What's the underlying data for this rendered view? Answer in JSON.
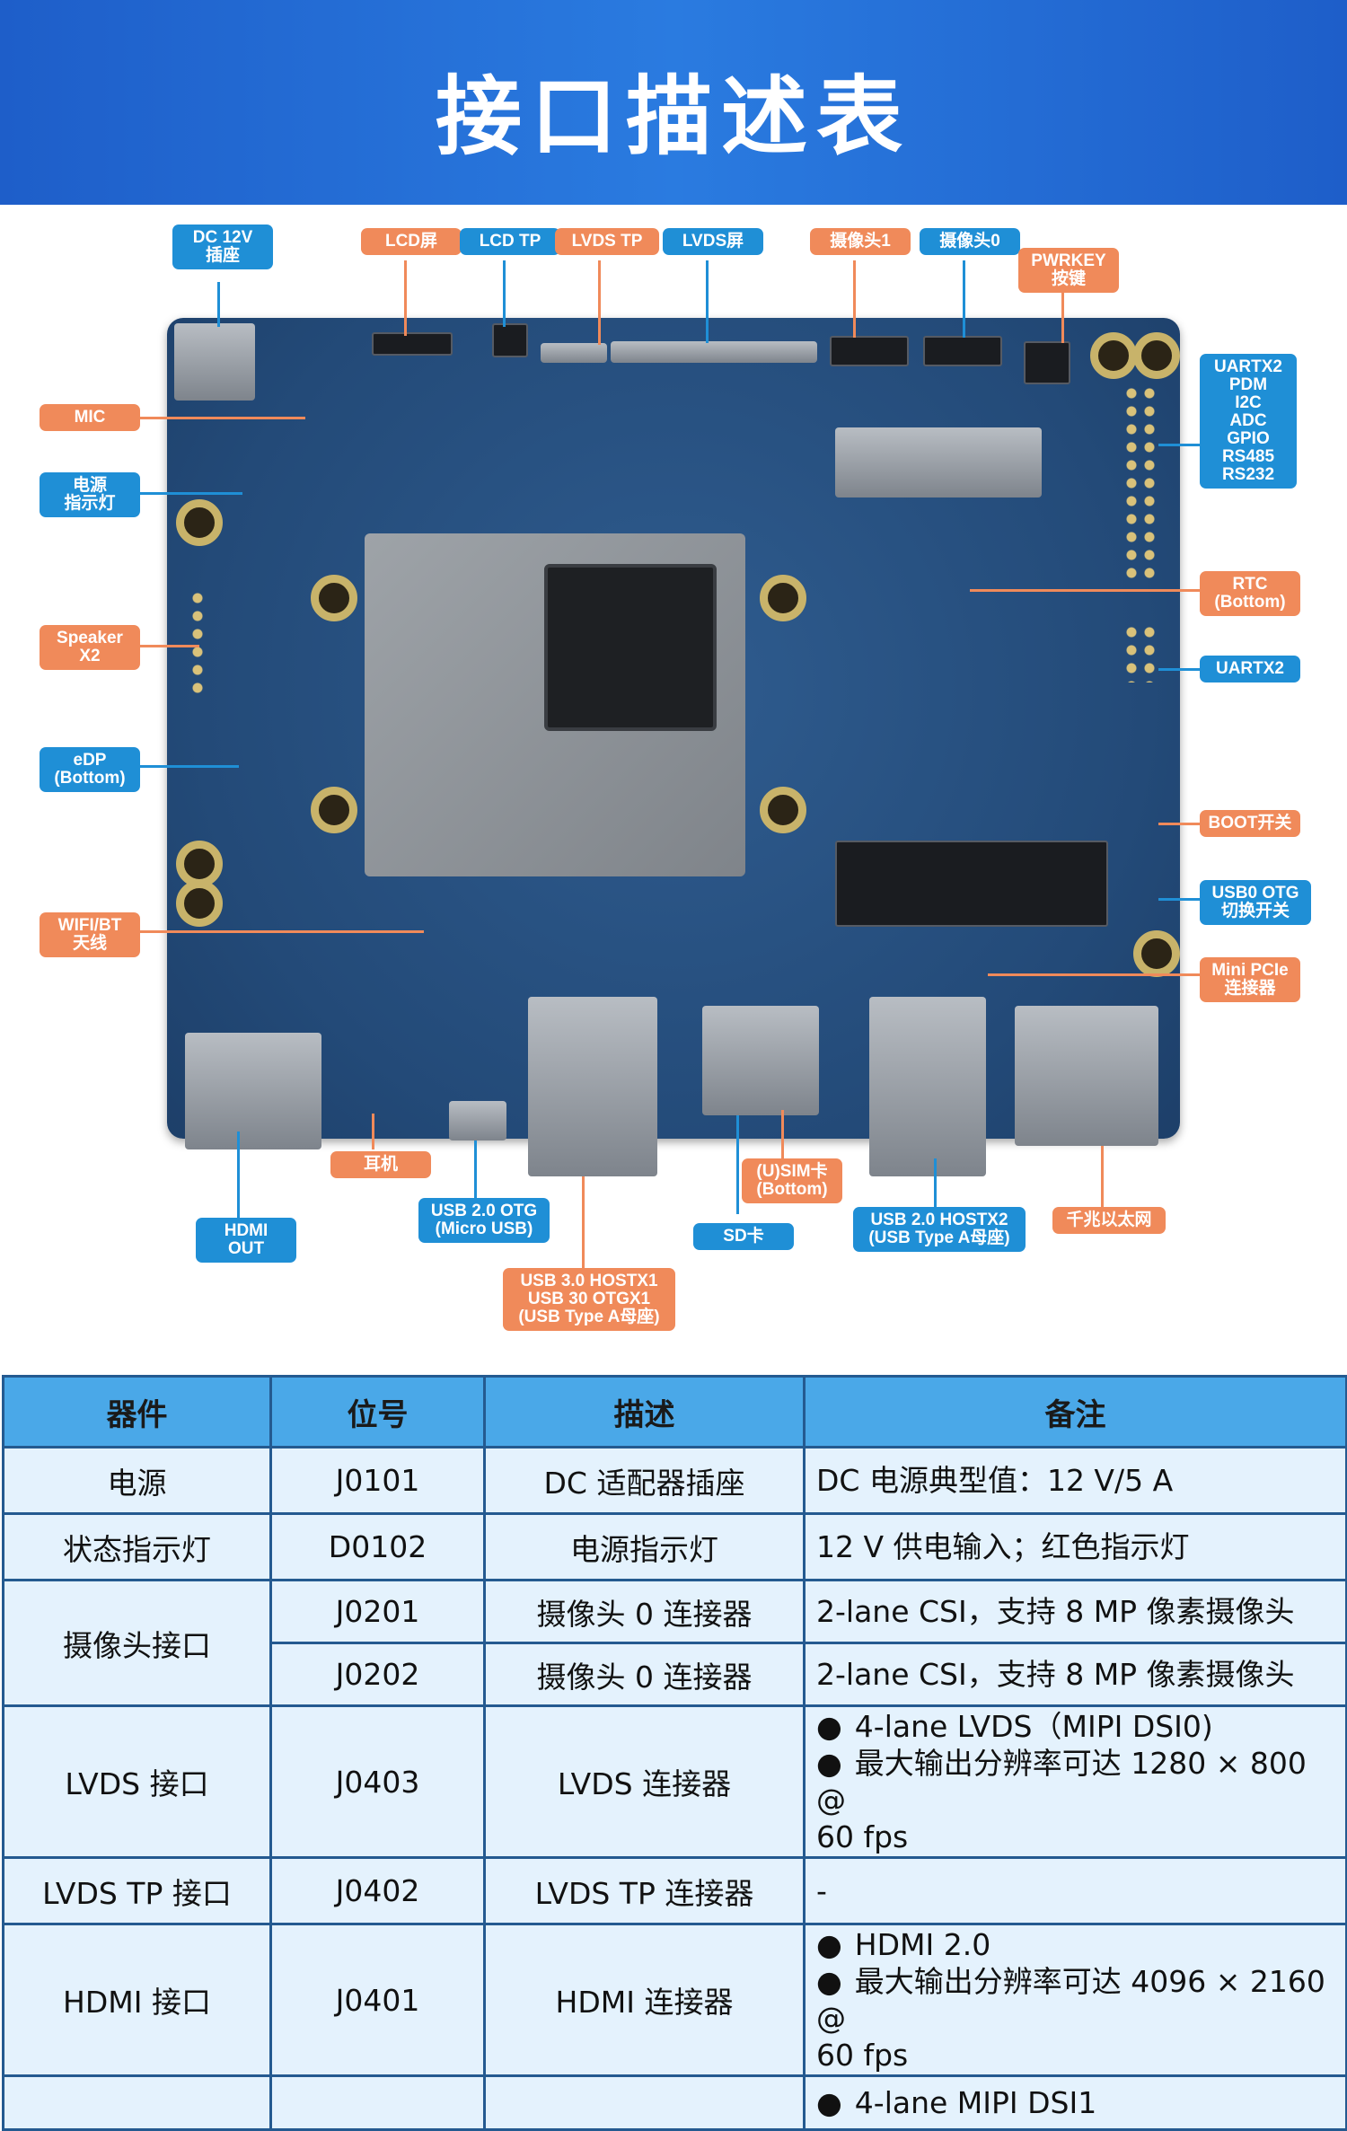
{
  "header": {
    "title": "接口描述表"
  },
  "labels": {
    "dc12v": "DC 12V\n插座",
    "lcd_screen": "LCD屏",
    "lcd_tp": "LCD TP",
    "lvds_tp": "LVDS TP",
    "lvds_screen": "LVDS屏",
    "camera1": "摄像头1",
    "camera0": "摄像头0",
    "pwrkey": "PWRKEY\n按键",
    "mic": "MIC",
    "power_led": "电源\n指示灯",
    "uart_group": "UARTX2\nPDM\nI2C\nADC\nGPIO\nRS485\nRS232",
    "rtc": "RTC\n(Bottom)",
    "uartx2": "UARTX2",
    "speaker": "Speaker\nX2",
    "edp": "eDP\n(Bottom)",
    "boot_switch": "BOOT开关",
    "usb0_otg": "USB0 OTG\n切换开关",
    "wifi_bt": "WIFI/BT\n天线",
    "mini_pcie": "Mini PCIe\n连接器",
    "earphone": "耳机",
    "usim": "(U)SIM卡\n(Bottom)",
    "hdmi_out": "HDMI\nOUT",
    "usb20_otg": "USB 2.0 OTG\n(Micro USB)",
    "sd_card": "SD卡",
    "usb20_host": "USB 2.0 HOSTX2\n(USB Type A母座)",
    "gigabit_eth": "千兆以太网",
    "usb30": "USB 3.0 HOSTX1\nUSB 30 OTGX1\n(USB Type A母座)"
  },
  "table": {
    "headers": [
      "器件",
      "位号",
      "描述",
      "备注"
    ],
    "r1": {
      "device": "电源",
      "ref": "J0101",
      "desc": "DC 适配器插座",
      "note": "DC 电源典型值：12 V/5 A"
    },
    "r2": {
      "device": "状态指示灯",
      "ref": "D0102",
      "desc": "电源指示灯",
      "note": "12 V 供电输入；红色指示灯"
    },
    "r3": {
      "device": "摄像头接口",
      "ref": "J0201",
      "desc": "摄像头 0 连接器",
      "note": "2-lane CSI，支持 8 MP 像素摄像头"
    },
    "r4": {
      "ref": "J0202",
      "desc": "摄像头 0 连接器",
      "note": "2-lane CSI，支持 8 MP 像素摄像头"
    },
    "r5": {
      "device": "LVDS 接口",
      "ref": "J0403",
      "desc": "LVDS 连接器",
      "note1": "4-lane LVDS（MIPI DSI0)",
      "note2": "最大输出分辨率可达 1280 × 800 @",
      "note3": "60 fps"
    },
    "r6": {
      "device": "LVDS TP 接口",
      "ref": "J0402",
      "desc": "LVDS TP 连接器",
      "note": "-"
    },
    "r7": {
      "device": "HDMI 接口",
      "ref": "J0401",
      "desc": "HDMI 连接器",
      "note1": "HDMI 2.0",
      "note2": "最大输出分辨率可达 4096 × 2160 @",
      "note3": "60 fps"
    },
    "r8": {
      "note1": "4-lane MIPI DSI1"
    }
  }
}
